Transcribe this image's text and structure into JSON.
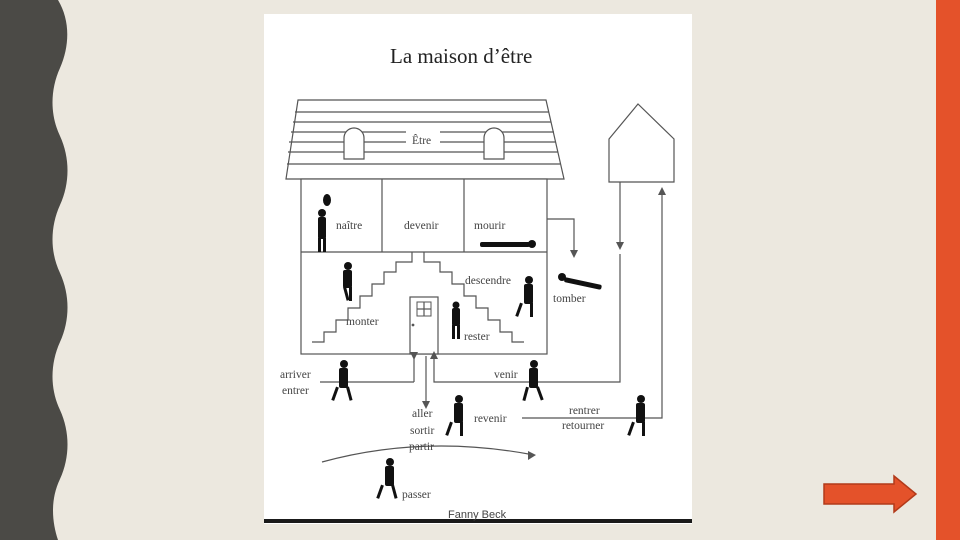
{
  "slide": {
    "credit": "Fanny Beck",
    "next_label": "Next"
  },
  "figure": {
    "title": "La maison d’être",
    "roof_label": "Être",
    "labels": {
      "naitre": "naître",
      "devenir": "devenir",
      "mourir": "mourir",
      "descendre": "descendre",
      "tomber": "tomber",
      "monter": "monter",
      "rester": "rester",
      "arriver": "arriver",
      "entrer": "entrer",
      "venir": "venir",
      "aller": "aller",
      "sortir": "sortir",
      "partir": "partir",
      "revenir": "revenir",
      "rentrer": "rentrer",
      "retourner": "retourner",
      "passer": "passer"
    }
  },
  "colors": {
    "accent": "#e4522a",
    "background": "#ece8df",
    "sidebar": "#4b4a46"
  }
}
